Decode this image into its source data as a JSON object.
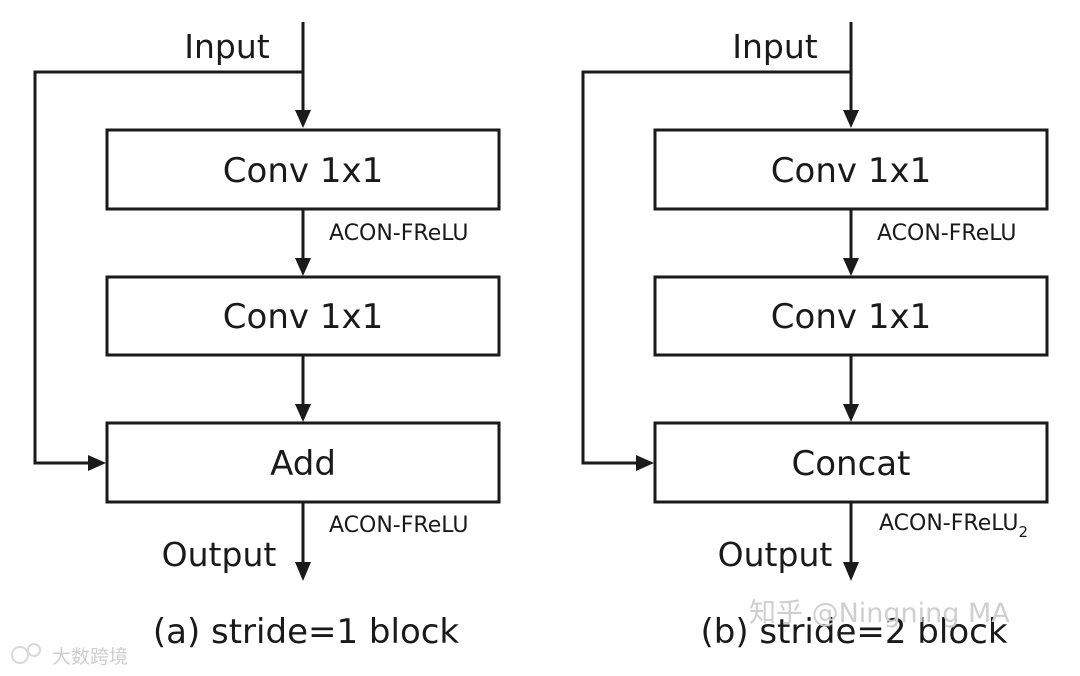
{
  "panels": [
    {
      "input_label": "Input",
      "box1_label": "Conv 1x1",
      "act1_label": "ACON-FReLU",
      "box2_label": "Conv 1x1",
      "box3_label": "Add",
      "act2_label": "ACON-FReLU",
      "act2_subscript": "",
      "output_label": "Output",
      "caption": "(a) stride=1 block"
    },
    {
      "input_label": "Input",
      "box1_label": "Conv 1x1",
      "act1_label": "ACON-FReLU",
      "box2_label": "Conv 1x1",
      "box3_label": "Concat",
      "act2_label": "ACON-FReLU",
      "act2_subscript": "2",
      "output_label": "Output",
      "caption": "(b) stride=2 block"
    }
  ],
  "watermarks": {
    "right": "知乎 @Ningning MA",
    "left": "大数跨境"
  }
}
